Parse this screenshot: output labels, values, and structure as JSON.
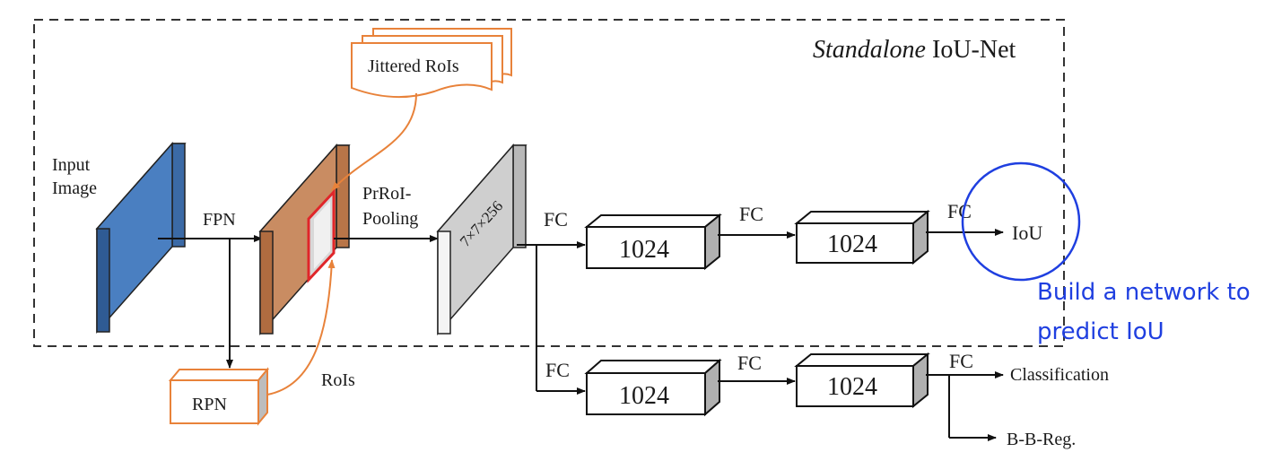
{
  "title": {
    "italic": "Standalone",
    "rest": " IoU-Net"
  },
  "labels": {
    "input_line1": "Input",
    "input_line2": "Image",
    "fpn": "FPN",
    "prroi_line1": "PrRoI-",
    "prroi_line2": "Pooling",
    "feature_dims": "7×7×256",
    "jittered": "Jittered RoIs",
    "rpn": "RPN",
    "rois": "RoIs",
    "fc": "FC",
    "fc_dim": "1024",
    "iou": "IoU",
    "classification": "Classification",
    "bbreg": "B-B-Reg."
  },
  "annotation": {
    "line1": "Build a network to",
    "line2": "predict IoU",
    "color": "#1f3fe0"
  },
  "colors": {
    "input_face": "#4a7fc1",
    "fpn_face": "#c98c62",
    "pooled_face": "#cfcfcf",
    "accent_orange": "#e8823a",
    "highlight_red": "#e0262a"
  }
}
